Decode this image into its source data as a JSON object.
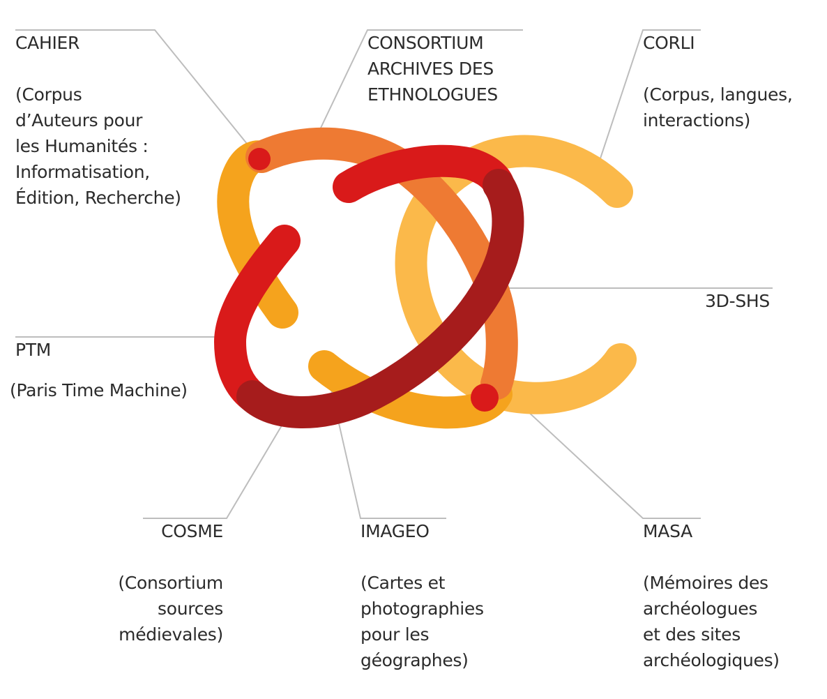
{
  "colors": {
    "yellow": "#FBB94A",
    "orange": "#F5A31D",
    "tangerine": "#EE7A33",
    "red": "#D91A1A",
    "darkred": "#A61C1C",
    "leader": "#bdbdbd",
    "text": "#2b2b2b"
  },
  "labels": {
    "cahier": {
      "title": "CAHIER",
      "desc": "(Corpus\nd’Auteurs pour\nles Humanités :\nInformatisation,\nÉdition, Recherche)"
    },
    "consortium": {
      "title": "CONSORTIUM\nARCHIVES DES\nETHNOLOGUES"
    },
    "corli": {
      "title": "CORLI",
      "desc": "(Corpus, langues,\ninteractions)"
    },
    "shs": {
      "title": "3D-SHS"
    },
    "ptm": {
      "title": "PTM",
      "desc": "(Paris Time Machine)"
    },
    "cosme": {
      "title": "COSME",
      "desc": "(Consortium\nsources\nmédievales)"
    },
    "imageo": {
      "title": "IMAGEO",
      "desc": "(Cartes et\nphotographies\n pour les\ngéographes)"
    },
    "masa": {
      "title": "MASA",
      "desc": "(Mémoires des\narchéologues\net des sites\narchéologiques)"
    }
  }
}
